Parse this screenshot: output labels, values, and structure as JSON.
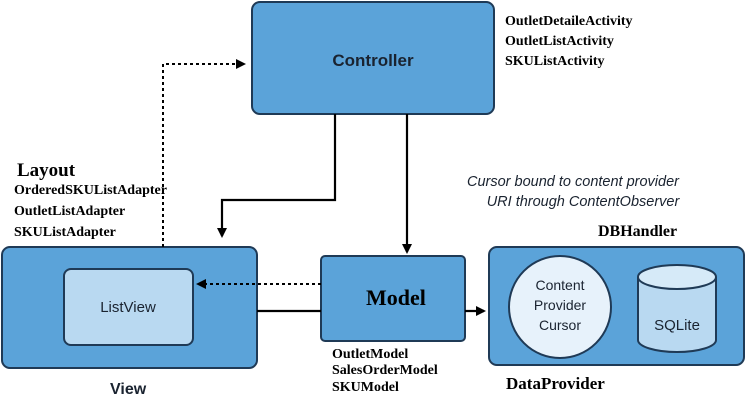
{
  "controller": {
    "title": "Controller",
    "activities": [
      "OutletDetaileActivity",
      "OutletListActivity",
      "SKUListActivity"
    ]
  },
  "view": {
    "heading": "Layout",
    "adapters": [
      "OrderedSKUListAdapter",
      "OutletListAdapter",
      "SKUListAdapter"
    ],
    "listview_label": "ListView",
    "caption": "View"
  },
  "model": {
    "title": "Model",
    "classes": [
      "OutletModel",
      "SalesOrderModel",
      "SKUModel"
    ]
  },
  "cursor_note": {
    "line1": "Cursor bound to content provider",
    "line2": "URI through ContentObserver"
  },
  "data_provider": {
    "heading": "DBHandler",
    "content_provider_lines": [
      "Content",
      "Provider",
      "Cursor"
    ],
    "sqlite_label": "SQLite",
    "caption": "DataProvider"
  },
  "colors": {
    "box_fill": "#5ba3d9",
    "box_stroke": "#1f3a56",
    "inner_fill": "#b9d9f1",
    "arrow": "#000000",
    "dark_text": "#1a2330"
  }
}
